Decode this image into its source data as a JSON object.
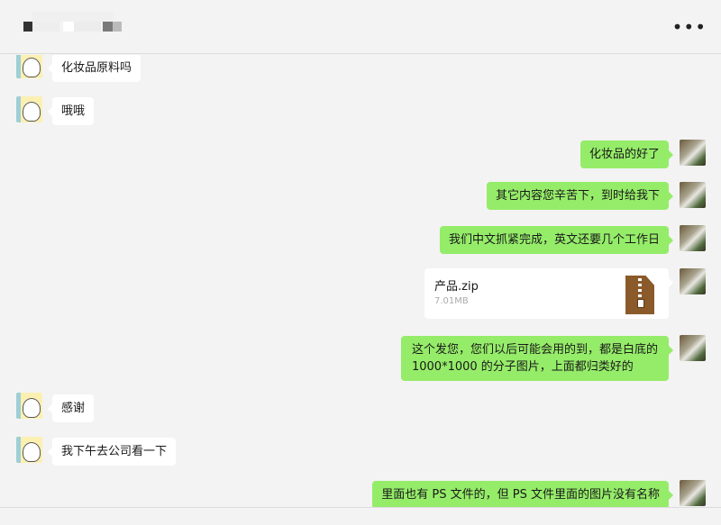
{
  "header": {
    "more_icon": "more-horizontal-icon",
    "more_label": "•••"
  },
  "colors": {
    "background": "#f3f3f3",
    "outgoing_bubble": "#95ec69",
    "incoming_bubble": "#ffffff"
  },
  "messages": [
    {
      "side": "left",
      "text": "化妆品原料吗"
    },
    {
      "side": "left",
      "text": "哦哦"
    },
    {
      "side": "right",
      "text": "化妆品的好了"
    },
    {
      "side": "right",
      "text": "其它内容您辛苦下，到时给我下"
    },
    {
      "side": "right",
      "text": "我们中文抓紧完成，英文还要几个工作日"
    },
    {
      "side": "right",
      "type": "file",
      "file_name": "产品.zip",
      "file_size": "7.01MB",
      "icon": "zip-file-icon"
    },
    {
      "side": "right",
      "line1": "这个发您，您们以后可能会用的到，都是白底的",
      "line2": "1000*1000 的分子图片，上面都归类好的"
    },
    {
      "side": "left",
      "text": "感谢"
    },
    {
      "side": "left",
      "text": "我下午去公司看一下"
    },
    {
      "side": "right",
      "text": "里面也有 PS 文件的，但 PS 文件里面的图片没有名称"
    }
  ]
}
